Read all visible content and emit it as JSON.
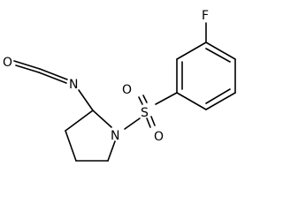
{
  "molecule": {
    "atoms": {
      "oxygen_isocyanate": "O",
      "nitrogen_isocyanate": "N",
      "nitrogen_ring": "N",
      "sulfur": "S",
      "oxygen_sulfonyl_top": "O",
      "oxygen_sulfonyl_bottom": "O",
      "fluorine": "F"
    }
  }
}
